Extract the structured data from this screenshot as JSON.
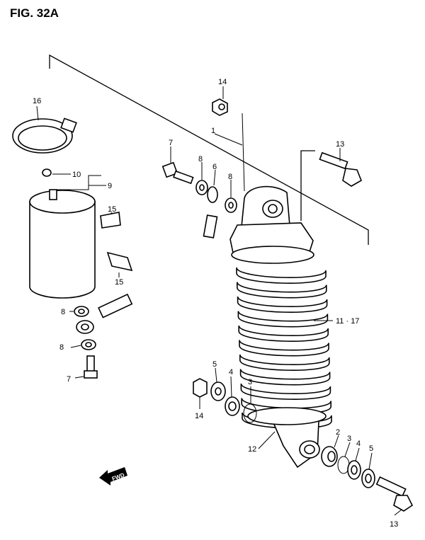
{
  "figure": {
    "title": "FIG. 32A"
  },
  "parts": [
    {
      "label": "1"
    },
    {
      "label": "2"
    },
    {
      "label": "3"
    },
    {
      "label": "3"
    },
    {
      "label": "4"
    },
    {
      "label": "4"
    },
    {
      "label": "5"
    },
    {
      "label": "5"
    },
    {
      "label": "6"
    },
    {
      "label": "7"
    },
    {
      "label": "7"
    },
    {
      "label": "8"
    },
    {
      "label": "8"
    },
    {
      "label": "8"
    },
    {
      "label": "8"
    },
    {
      "label": "9"
    },
    {
      "label": "10"
    },
    {
      "label": "11 · 17"
    },
    {
      "label": "12"
    },
    {
      "label": "13"
    },
    {
      "label": "13"
    },
    {
      "label": "14"
    },
    {
      "label": "14"
    },
    {
      "label": "15"
    },
    {
      "label": "15"
    },
    {
      "label": "16"
    }
  ],
  "direction_indicator": {
    "label": "FWD"
  }
}
